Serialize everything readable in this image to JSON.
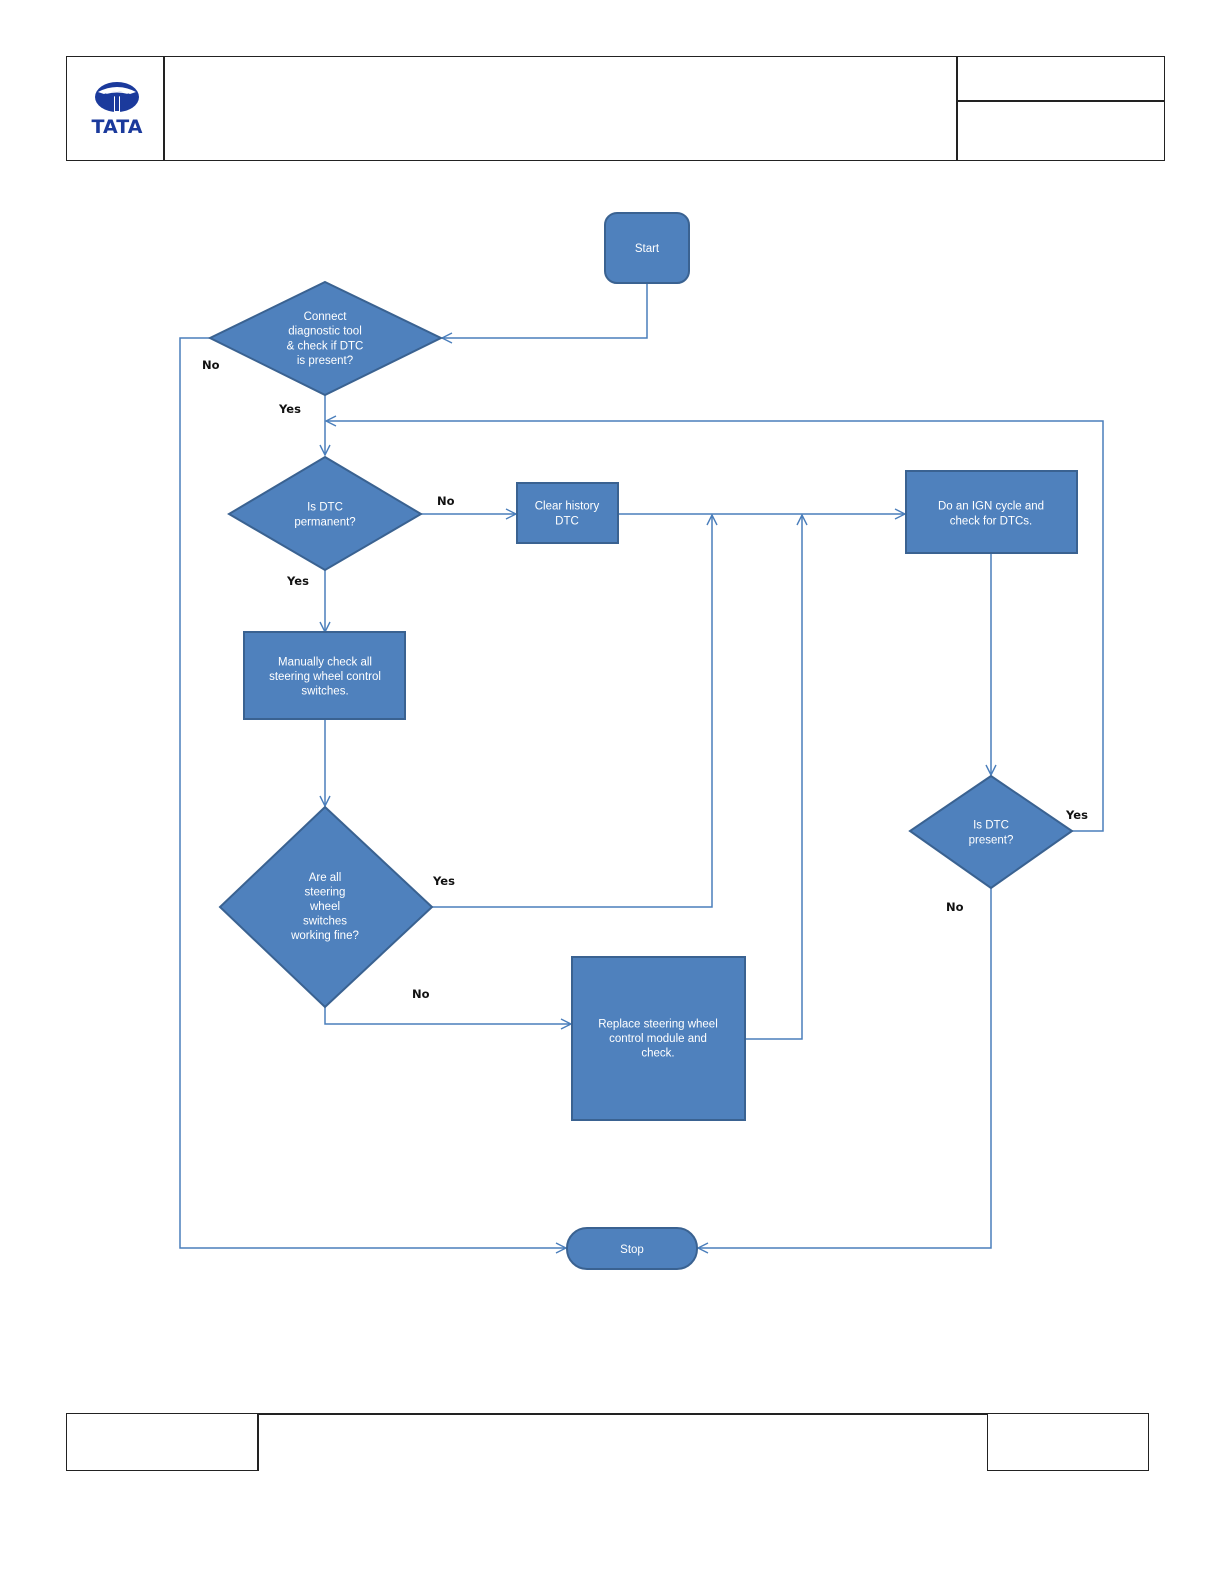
{
  "header": {
    "logo_text": "TATA"
  },
  "diagram": {
    "nodes": {
      "start": [
        "Start"
      ],
      "connect": [
        "Connect",
        "diagnostic tool",
        "& check if DTC",
        "is present?"
      ],
      "permanent": [
        "Is DTC",
        "permanent?"
      ],
      "clear": [
        "Clear history",
        "DTC"
      ],
      "ign": [
        "Do an IGN cycle and",
        "check for DTCs."
      ],
      "manual": [
        "Manually check all",
        "steering wheel control",
        "switches."
      ],
      "switches": [
        "Are all",
        "steering",
        "wheel",
        "switches",
        "working  fine?"
      ],
      "replace": [
        "Replace steering wheel",
        "control module and",
        "check."
      ],
      "present": [
        "Is DTC",
        "present?"
      ],
      "stop": [
        "Stop"
      ]
    },
    "labels": {
      "connect_no": "No",
      "connect_yes": "Yes",
      "permanent_no": "No",
      "permanent_yes": "Yes",
      "switches_yes": "Yes",
      "switches_no": "No",
      "present_yes": "Yes",
      "present_no": "No"
    },
    "colors": {
      "fill": "#4f81bd",
      "stroke": "#3a6291",
      "connector": "#4a7ebb"
    }
  }
}
